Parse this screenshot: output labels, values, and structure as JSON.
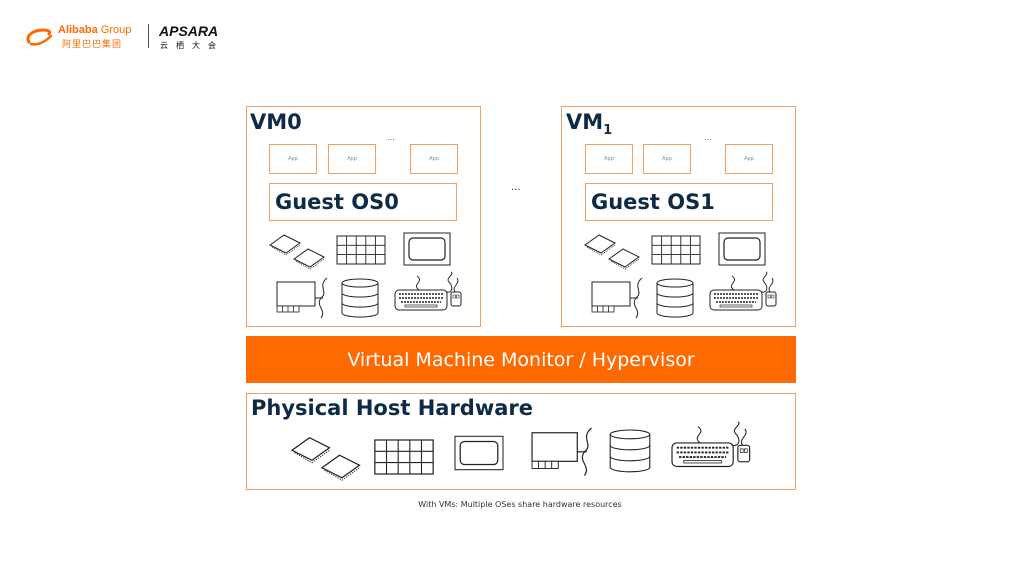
{
  "header": {
    "brand_left": "Alibaba",
    "brand_left_suffix": "Group",
    "brand_left_cn": "阿里巴巴集团",
    "brand_right": "APSARA",
    "brand_right_cn": "云栖大会"
  },
  "colors": {
    "accent": "#ff6a00",
    "border": "#f0a060",
    "title_text": "#0f2a46"
  },
  "vms": [
    {
      "title": "VM0",
      "title_sub": "",
      "apps": [
        "App",
        "App",
        "App"
      ],
      "apps_ellipsis": "...",
      "guest_os": "Guest OS0",
      "hardware_icons": [
        "cpu-chips-icon",
        "memory-grid-icon",
        "monitor-icon",
        "network-card-icon",
        "disk-storage-icon",
        "keyboard-mouse-icon"
      ]
    },
    {
      "title": "VM",
      "title_sub": "1",
      "apps": [
        "App",
        "App",
        "App"
      ],
      "apps_ellipsis": "...",
      "guest_os": "Guest OS1",
      "hardware_icons": [
        "cpu-chips-icon",
        "memory-grid-icon",
        "monitor-icon",
        "network-card-icon",
        "disk-storage-icon",
        "keyboard-mouse-icon"
      ]
    }
  ],
  "between_vms_ellipsis": "...",
  "hypervisor": {
    "label": "Virtual Machine Monitor / Hypervisor"
  },
  "physical": {
    "title": "Physical Host Hardware",
    "hardware_icons": [
      "cpu-chips-icon",
      "memory-grid-icon",
      "monitor-icon",
      "network-card-icon",
      "disk-storage-icon",
      "keyboard-mouse-icon"
    ]
  },
  "caption": "With VMs: Multiple OSes share hardware resources"
}
